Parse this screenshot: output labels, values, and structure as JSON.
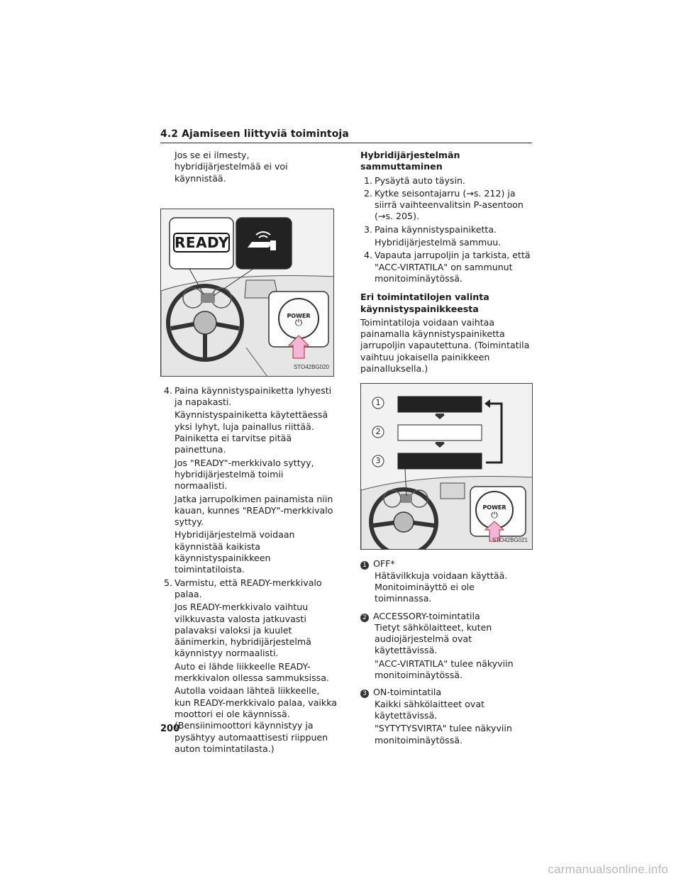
{
  "header": {
    "title": "4.2  Ajamiseen liittyviä toimintoja"
  },
  "left": {
    "intro": "Jos se ei ilmesty, hybridijärjestelmää ei voi käynnistää.",
    "figure1": {
      "ready_label": "READY",
      "power_label": "POWER",
      "power_symbol": "⏻",
      "code": "STO42BG020"
    },
    "item4": {
      "num": "4.",
      "text": "Paina käynnistyspainiketta lyhyesti ja napakasti.",
      "subs": [
        "Käynnistyspainiketta käytettäessä yksi lyhyt, luja painallus riittää. Painiketta ei tarvitse pitää painettuna.",
        "Jos \"READY\"-merkkivalo syttyy, hybridijärjestelmä toimii normaalisti.",
        "Jatka jarrupolkimen painamista niin kauan, kunnes \"READY\"-merkkivalo syttyy.",
        "Hybridijärjestelmä voidaan käynnistää kaikista käynnistyspainikkeen toimintatiloista."
      ]
    },
    "item5": {
      "num": "5.",
      "text": "Varmistu, että READY-merkkivalo palaa.",
      "subs": [
        "Jos READY-merkkivalo vaihtuu vilkkuvasta valosta jatkuvasti palavaksi valoksi ja kuulet äänimerkin, hybridijärjestelmä käynnistyy normaalisti.",
        "Auto ei lähde liikkeelle READY-merkkivalon ollessa sammuksissa.",
        "Autolla voidaan lähteä liikkeelle, kun READY-merkkivalo palaa, vaikka moottori ei ole käynnissä. (Bensiinimoottori käynnistyy ja pysähtyy automaattisesti riippuen auton toimintatilasta.)"
      ]
    }
  },
  "right": {
    "shutdown_heading": "Hybridijärjestelmän sammuttaminen",
    "steps": [
      {
        "num": "1.",
        "text": "Pysäytä auto täysin.",
        "sub": ""
      },
      {
        "num": "2.",
        "text": "Kytke seisontajarru (→s. 212) ja siirrä vaihteenvalitsin P-asentoon (→s. 205).",
        "sub": ""
      },
      {
        "num": "3.",
        "text": "Paina käynnistyspainiketta.",
        "sub": "Hybridijärjestelmä sammuu."
      },
      {
        "num": "4.",
        "text": "Vapauta jarrupoljin ja tarkista, että \"ACC-VIRTATILA\" on sammunut monitoiminäytössä.",
        "sub": ""
      }
    ],
    "modes_heading": "Eri toimintatilojen valinta käynnistyspainikkeesta",
    "modes_intro": "Toimintatiloja voidaan vaihtaa painamalla käynnistyspainiketta jarrupoljin vapautettuna. (Toimintatila vaihtuu jokaisella painikkeen painalluksella.)",
    "figure2": {
      "labels": [
        "1",
        "2",
        "3"
      ],
      "power_label": "POWER",
      "power_symbol": "⏻",
      "code": "STO42BG021"
    },
    "modes": [
      {
        "marker": "1",
        "title": "OFF*",
        "lines": [
          "Hätävilkkuja voidaan käyttää. Monitoiminäyttö ei ole toiminnassa."
        ]
      },
      {
        "marker": "2",
        "title": "ACCESSORY-toimintatila",
        "lines": [
          "Tietyt sähkölaitteet, kuten audiojärjestelmä ovat käytettävissä.",
          "\"ACC-VIRTATILA\" tulee näkyviin monitoiminäytössä."
        ]
      },
      {
        "marker": "3",
        "title": "ON-toimintatila",
        "lines": [
          "Kaikki sähkölaitteet ovat käytettävissä.",
          "\"SYTYTYSVIRTA\" tulee näkyviin monitoiminäytössä."
        ]
      }
    ]
  },
  "page_number": "200",
  "watermark": "carmanualsonline.info"
}
